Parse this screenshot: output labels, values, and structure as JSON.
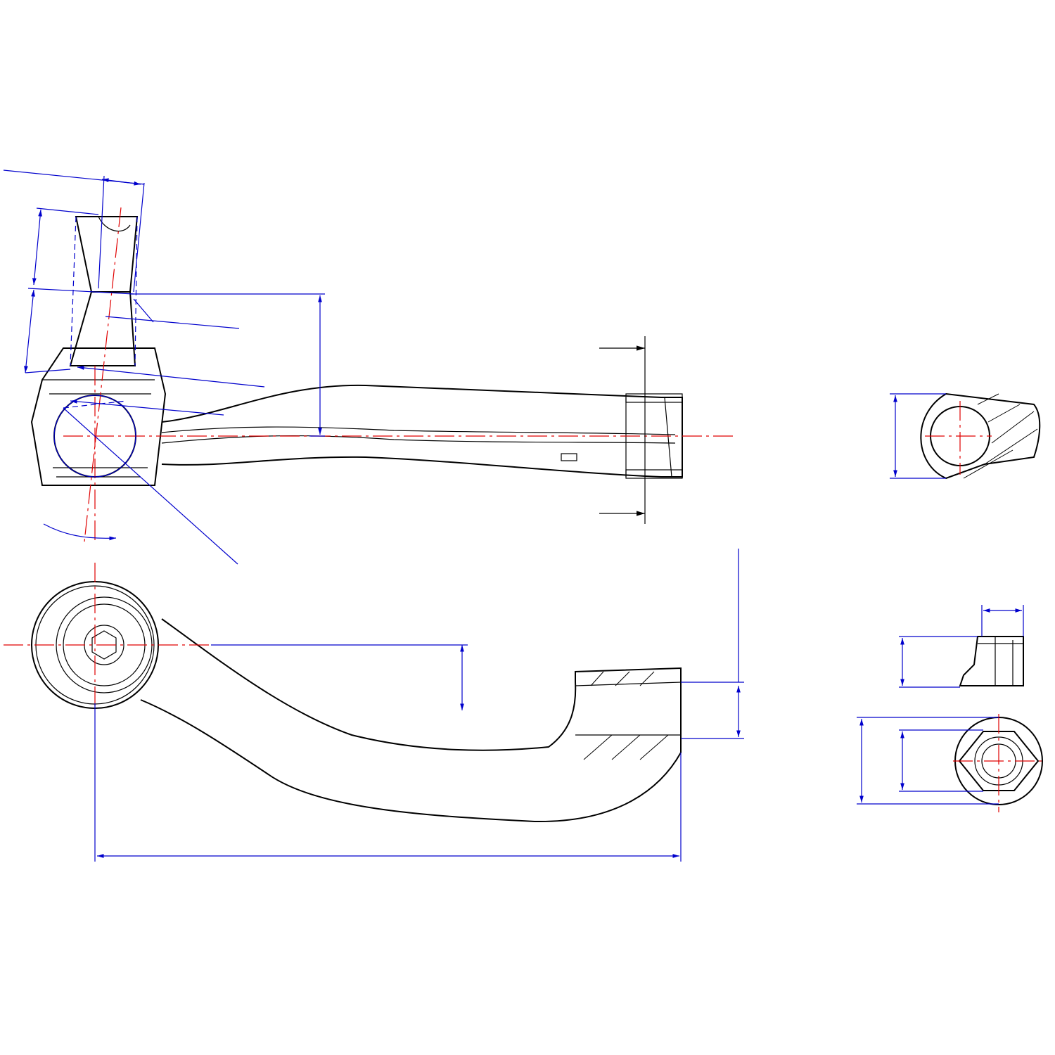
{
  "drawing": {
    "views": [
      "side-view",
      "top-view",
      "end-section-view",
      "nut-side-view",
      "nut-top-view"
    ],
    "colors": {
      "outline": "#000000",
      "centerline": "#e00000",
      "dimension": "#0000cc",
      "background": "#ffffff"
    }
  }
}
